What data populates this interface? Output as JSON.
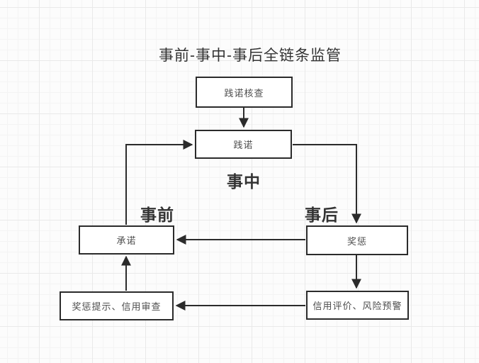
{
  "diagram": {
    "title": "事前-事中-事后全链条监管",
    "phase_labels": {
      "pre": "事前",
      "during": "事中",
      "post": "事后"
    },
    "nodes": [
      {
        "id": "promise-verification",
        "label": "践诺核查"
      },
      {
        "id": "promise-fulfillment",
        "label": "践诺"
      },
      {
        "id": "commitment",
        "label": "承诺"
      },
      {
        "id": "reward-punishment",
        "label": "奖惩"
      },
      {
        "id": "reward-prompt-credit-review",
        "label": "奖惩提示、信用审查"
      },
      {
        "id": "credit-eval-risk-warning",
        "label": "信用评价、风险预警"
      }
    ],
    "edges": [
      {
        "from": "践诺核查",
        "to": "践诺"
      },
      {
        "from": "践诺",
        "to": "奖惩"
      },
      {
        "from": "奖惩",
        "to": "承诺"
      },
      {
        "from": "奖惩",
        "to": "信用评价、风险预警"
      },
      {
        "from": "信用评价、风险预警",
        "to": "奖惩提示、信用审查"
      },
      {
        "from": "奖惩提示、信用审查",
        "to": "承诺"
      },
      {
        "from": "承诺",
        "to": "践诺"
      }
    ],
    "colors": {
      "connector_stroke": "#2b2b2b",
      "node_border": "#2b2b2b",
      "node_fill": "#ffffff",
      "node_text": "#4d4d4d",
      "title_text": "#333333",
      "canvas_background": "#fcfcfc",
      "grid_line": "#e9e9e9"
    }
  }
}
